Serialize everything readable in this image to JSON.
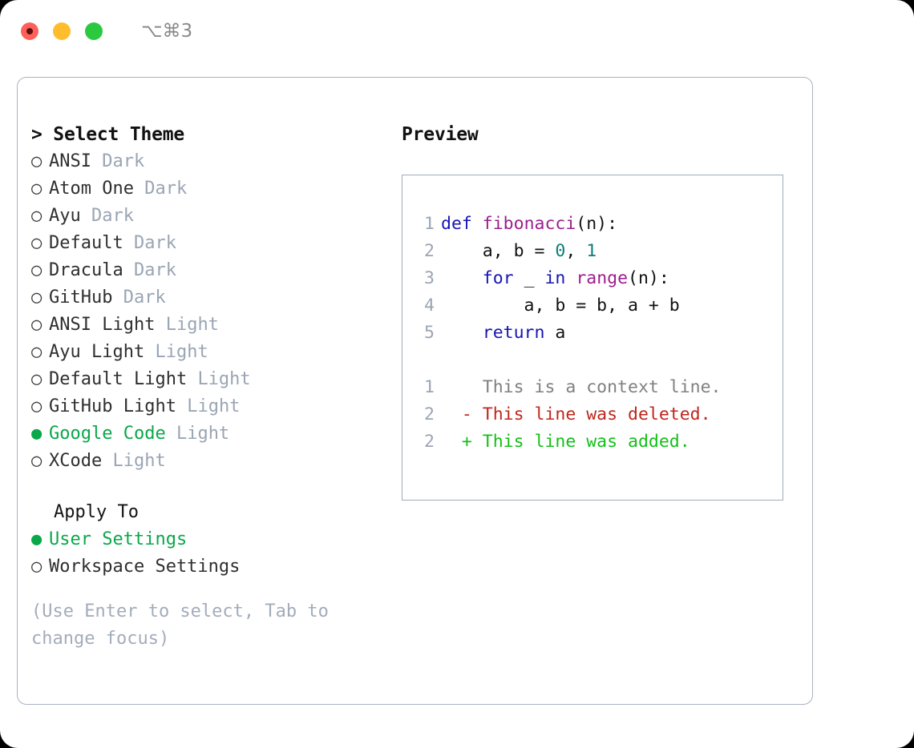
{
  "window": {
    "shortcut": "⌥⌘3",
    "traffic_lights": [
      "close",
      "minimize",
      "zoom"
    ],
    "accent_green": "#09a84a",
    "muted_gray": "#9aa5b4",
    "border_color": "#a9b3c1"
  },
  "theme_panel": {
    "header": "> Select Theme",
    "items": [
      {
        "bullet": "○",
        "name": "ANSI",
        "tag": "Dark",
        "selected": false
      },
      {
        "bullet": "○",
        "name": "Atom One",
        "tag": "Dark",
        "selected": false
      },
      {
        "bullet": "○",
        "name": "Ayu",
        "tag": "Dark",
        "selected": false
      },
      {
        "bullet": "○",
        "name": "Default",
        "tag": "Dark",
        "selected": false
      },
      {
        "bullet": "○",
        "name": "Dracula",
        "tag": "Dark",
        "selected": false
      },
      {
        "bullet": "○",
        "name": "GitHub",
        "tag": "Dark",
        "selected": false
      },
      {
        "bullet": "○",
        "name": "ANSI Light",
        "tag": "Light",
        "selected": false
      },
      {
        "bullet": "○",
        "name": "Ayu Light",
        "tag": "Light",
        "selected": false
      },
      {
        "bullet": "○",
        "name": "Default Light",
        "tag": "Light",
        "selected": false
      },
      {
        "bullet": "○",
        "name": "GitHub Light",
        "tag": "Light",
        "selected": false
      },
      {
        "bullet": "●",
        "name": "Google Code",
        "tag": "Light",
        "selected": true
      },
      {
        "bullet": "○",
        "name": "XCode",
        "tag": "Light",
        "selected": false
      }
    ]
  },
  "apply_to": {
    "header": "Apply To",
    "options": [
      {
        "bullet": "●",
        "name": "User Settings",
        "selected": true
      },
      {
        "bullet": "○",
        "name": "Workspace Settings",
        "selected": false
      }
    ]
  },
  "hint": "(Use Enter to select, Tab to\nchange focus)",
  "preview": {
    "header": "Preview",
    "code_lines": [
      {
        "no": "1",
        "tokens": [
          {
            "t": "def",
            "c": "kw"
          },
          {
            "t": " ",
            "c": "pl"
          },
          {
            "t": "fibonacci",
            "c": "fn"
          },
          {
            "t": "(n):",
            "c": "pl"
          }
        ]
      },
      {
        "no": "2",
        "tokens": [
          {
            "t": "    a, b = ",
            "c": "pl"
          },
          {
            "t": "0",
            "c": "num"
          },
          {
            "t": ", ",
            "c": "pl"
          },
          {
            "t": "1",
            "c": "num"
          }
        ]
      },
      {
        "no": "3",
        "tokens": [
          {
            "t": "    ",
            "c": "pl"
          },
          {
            "t": "for",
            "c": "kw"
          },
          {
            "t": " _ ",
            "c": "pl"
          },
          {
            "t": "in",
            "c": "kw"
          },
          {
            "t": " ",
            "c": "pl"
          },
          {
            "t": "range",
            "c": "fn"
          },
          {
            "t": "(n):",
            "c": "pl"
          }
        ]
      },
      {
        "no": "4",
        "tokens": [
          {
            "t": "        a, b = b, a + b",
            "c": "pl"
          }
        ]
      },
      {
        "no": "5",
        "tokens": [
          {
            "t": "    ",
            "c": "pl"
          },
          {
            "t": "return",
            "c": "kw"
          },
          {
            "t": " a",
            "c": "pl"
          }
        ]
      }
    ],
    "diff_lines": [
      {
        "no": "1",
        "marker": " ",
        "text": " This is a context line.",
        "kind": "context"
      },
      {
        "no": "2",
        "marker": "-",
        "text": " This line was deleted.",
        "kind": "deleted"
      },
      {
        "no": "2",
        "marker": "+",
        "text": " This line was added.",
        "kind": "added"
      }
    ],
    "colors": {
      "keyword": "#1616b4",
      "function": "#9b1f8e",
      "number": "#0d7d78",
      "plain": "#111111",
      "lineno": "#9aa5b4",
      "diff_context": "#808080",
      "diff_deleted": "#c0261c",
      "diff_added": "#12c018"
    }
  }
}
